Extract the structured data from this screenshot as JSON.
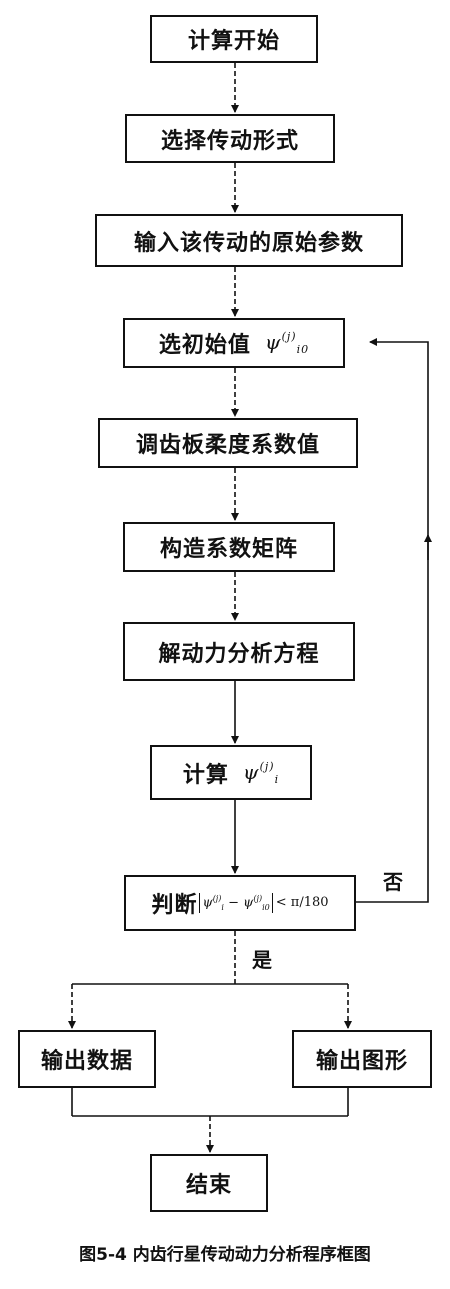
{
  "boxes": {
    "start": "计算开始",
    "select_type": "选择传动形式",
    "input_params": "输入该传动的原始参数",
    "init_value": "选初始值",
    "adjust_flex": "调齿板柔度系数值",
    "build_matrix": "构造系数矩阵",
    "solve_eq": "解动力分析方程",
    "compute": "计算",
    "judge": "判断",
    "output_data": "输出数据",
    "output_graph": "输出图形",
    "end": "结束"
  },
  "math": {
    "psi_symbol": "ψ",
    "init_sup": "(j)",
    "init_sub": "i0",
    "compute_sup": "(j)",
    "compute_sub": "i",
    "judge_sup": "(j)",
    "judge_sub_a": "i",
    "judge_sub_b": "i0",
    "minus": " − ",
    "less_than": "< π/180"
  },
  "labels": {
    "no": "否",
    "yes": "是"
  },
  "caption": "图5-4  内齿行星传动动力分析程序框图"
}
